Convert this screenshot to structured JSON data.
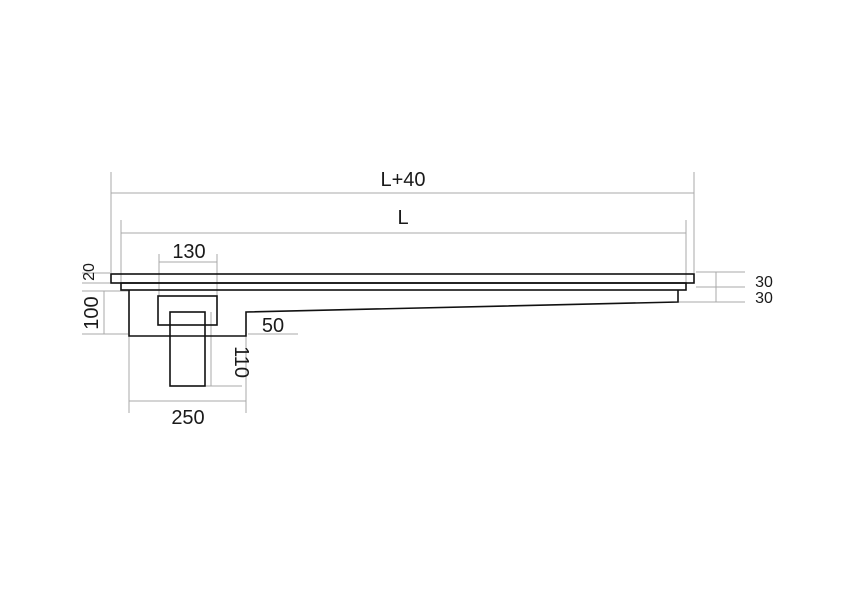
{
  "dimensions": {
    "overall_length": "L+40",
    "length": "L",
    "top_width": "130",
    "left_height_small": "20",
    "left_height_large": "100",
    "notch": "50",
    "outlet_height": "110",
    "bottom_width": "250",
    "right_top": "30",
    "right_bottom": "30"
  },
  "colors": {
    "outline": "#111111",
    "dimension_line": "#a8a8a8",
    "text": "#1a1a1a"
  }
}
